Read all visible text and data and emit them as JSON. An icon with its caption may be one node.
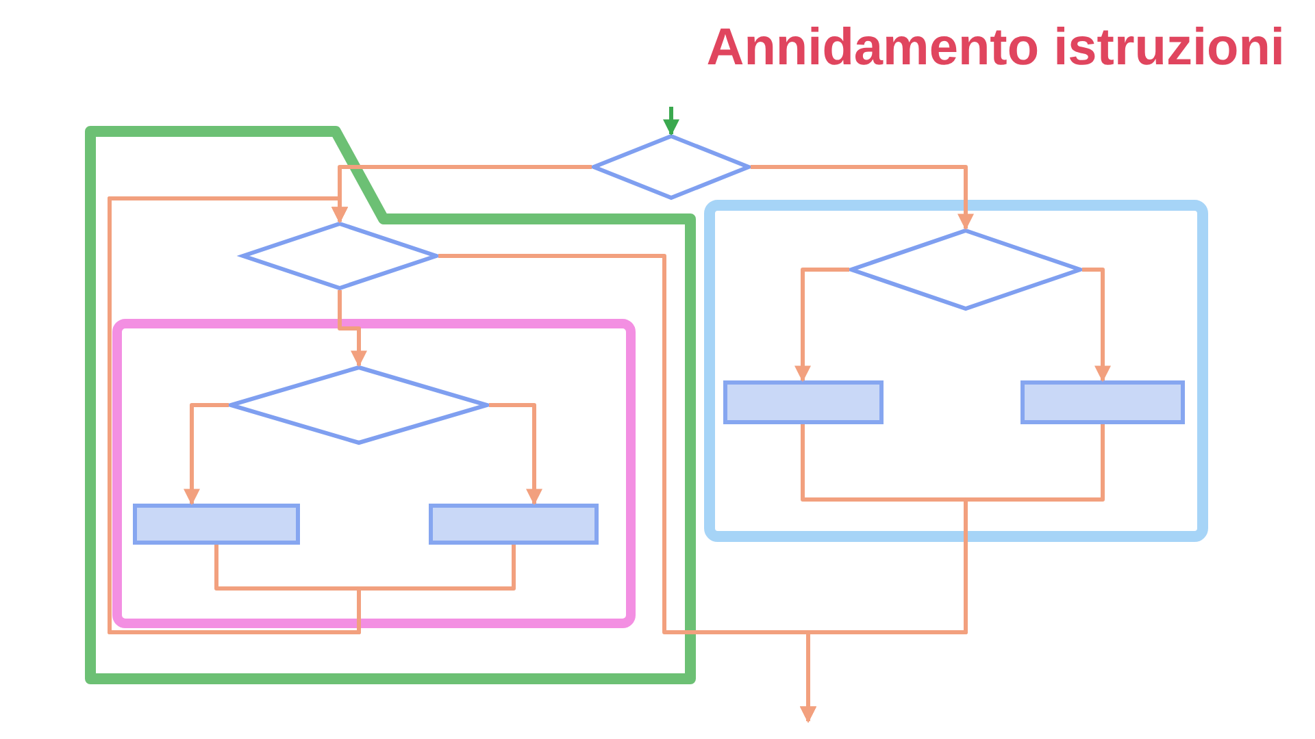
{
  "diagram": {
    "title": "Annidamento istruzioni",
    "nodes": [
      {
        "text": [],
        "shape": "box"
      },
      {
        "text": [],
        "shape": "box"
      },
      {
        "text": [],
        "shape": "box",
        "in": 0
      },
      {
        "text": [],
        "shape": "diamond"
      },
      {
        "text": [],
        "shape": "diamond",
        "in": 0
      },
      {
        "text": [],
        "shape": "diamond",
        "in": 2
      },
      {
        "text": [],
        "shape": "box",
        "in": 2
      },
      {
        "text": [],
        "shape": "box",
        "in": 2
      },
      {
        "text": [],
        "shape": "diamond",
        "in": 1
      },
      {
        "text": [],
        "shape": "box",
        "in": 1
      },
      {
        "text": [],
        "shape": "box",
        "in": 1
      }
    ],
    "edges": [
      {
        "from": null,
        "to": 3,
        "arrow": "to",
        "color": "#3aa84e"
      },
      {
        "from": 3,
        "to": 4,
        "arrow": "to"
      },
      {
        "from": 3,
        "to": 8,
        "arrow": "to"
      },
      {
        "from": 4,
        "to": 5,
        "arrow": "to"
      },
      {
        "from": 4,
        "to": null,
        "arrow": "to"
      },
      {
        "from": 5,
        "to": 6,
        "arrow": "to"
      },
      {
        "from": 5,
        "to": 7,
        "arrow": "to"
      },
      {
        "from": 6,
        "to": 4,
        "arrow": "to"
      },
      {
        "from": 7,
        "to": 4,
        "arrow": "to"
      },
      {
        "from": 8,
        "to": 9,
        "arrow": "to"
      },
      {
        "from": 8,
        "to": 10,
        "arrow": "to"
      },
      {
        "from": 9,
        "to": null,
        "arrow": "to"
      },
      {
        "from": 10,
        "to": null,
        "arrow": "to"
      }
    ]
  }
}
